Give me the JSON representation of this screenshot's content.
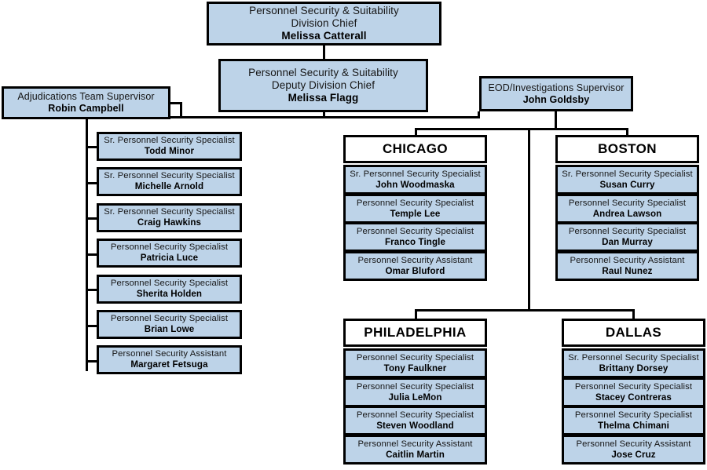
{
  "diagram": {
    "type": "organizational-chart",
    "colors": {
      "box_fill": "#bdd3e8",
      "box_border": "#000000",
      "header_fill": "#ffffff",
      "background": "#ffffff",
      "text": "#111111"
    }
  },
  "executive": {
    "chief": {
      "title_line1": "Personnel Security & Suitability",
      "title_line2": "Division Chief",
      "name": "Melissa Catterall"
    },
    "deputy": {
      "title_line1": "Personnel Security & Suitability",
      "title_line2": "Deputy Division Chief",
      "name": "Melissa Flagg"
    }
  },
  "supervisors": {
    "adjudications": {
      "title": "Adjudications Team Supervisor",
      "name": "Robin Campbell"
    },
    "eod": {
      "title": "EOD/Investigations Supervisor",
      "name": "John Goldsby"
    }
  },
  "adjudications_team": [
    {
      "title": "Sr. Personnel Security Specialist",
      "name": "Todd Minor"
    },
    {
      "title": "Sr. Personnel Security Specialist",
      "name": "Michelle Arnold"
    },
    {
      "title": "Sr. Personnel Security Specialist",
      "name": "Craig Hawkins"
    },
    {
      "title": "Personnel Security Specialist",
      "name": "Patricia Luce"
    },
    {
      "title": "Personnel Security Specialist",
      "name": "Sherita Holden"
    },
    {
      "title": "Personnel Security Specialist",
      "name": "Brian Lowe"
    },
    {
      "title": "Personnel Security Assistant",
      "name": "Margaret Fetsuga"
    }
  ],
  "field_offices": [
    {
      "city": "CHICAGO",
      "members": [
        {
          "title": "Sr. Personnel Security Specialist",
          "name": "John Woodmaska"
        },
        {
          "title": "Personnel Security Specialist",
          "name": "Temple Lee"
        },
        {
          "title": "Personnel Security Specialist",
          "name": "Franco Tingle"
        },
        {
          "title": "Personnel Security Assistant",
          "name": "Omar Bluford"
        }
      ]
    },
    {
      "city": "BOSTON",
      "members": [
        {
          "title": "Sr. Personnel Security Specialist",
          "name": "Susan Curry"
        },
        {
          "title": "Personnel Security Specialist",
          "name": "Andrea Lawson"
        },
        {
          "title": "Personnel Security Specialist",
          "name": "Dan Murray"
        },
        {
          "title": "Personnel Security Assistant",
          "name": "Raul Nunez"
        }
      ]
    },
    {
      "city": "PHILADELPHIA",
      "members": [
        {
          "title": "Personnel Security Specialist",
          "name": "Tony Faulkner"
        },
        {
          "title": "Personnel Security Specialist",
          "name": "Julia LeMon"
        },
        {
          "title": "Personnel Security Specialist",
          "name": "Steven Woodland"
        },
        {
          "title": "Personnel Security Assistant",
          "name": "Caitlin Martin"
        }
      ]
    },
    {
      "city": "DALLAS",
      "members": [
        {
          "title": "Sr. Personnel Security Specialist",
          "name": "Brittany Dorsey"
        },
        {
          "title": "Personnel Security Specialist",
          "name": "Stacey Contreras"
        },
        {
          "title": "Personnel Security Specialist",
          "name": "Thelma Chimani"
        },
        {
          "title": "Personnel Security Assistant",
          "name": "Jose Cruz"
        }
      ]
    }
  ]
}
